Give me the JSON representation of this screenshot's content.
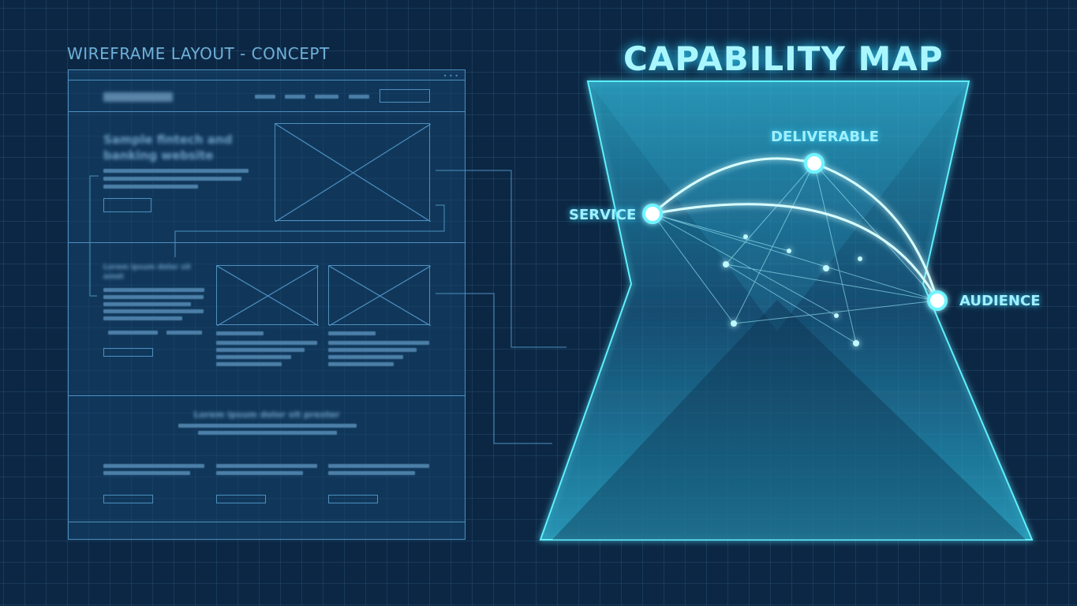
{
  "wireframe": {
    "title": "WIREFRAME LAYOUT - CONCEPT",
    "hero_heading": "Sample fintech and banking website",
    "section_heading": "Lorem ipsum dolor sit amet",
    "footer_heading": "Lorem ipsum dolor sit prester"
  },
  "capability_map": {
    "title": "CAPABILITY MAP",
    "nodes": [
      {
        "label": "SERVICE"
      },
      {
        "label": "DELIVERABLE"
      },
      {
        "label": "AUDIENCE"
      }
    ],
    "colors": {
      "glow": "#3fd8ff",
      "background": "#0c2744",
      "wireframe_line": "#4d8fbf"
    }
  }
}
